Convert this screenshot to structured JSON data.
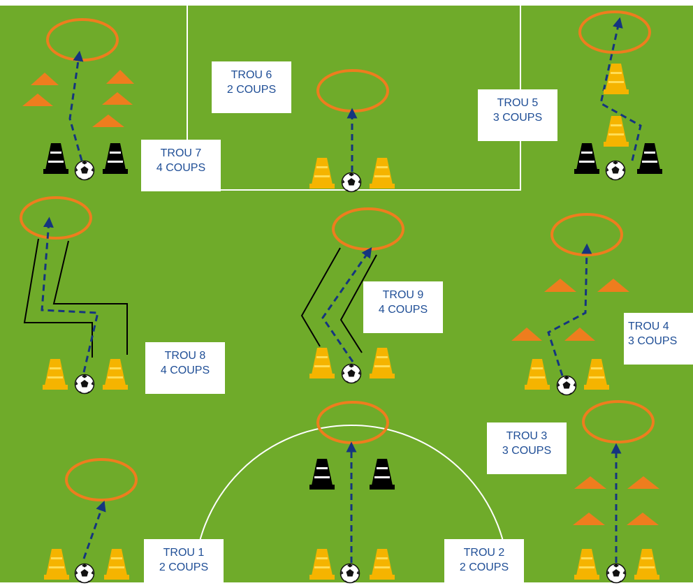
{
  "colors": {
    "grass": "#6fab2a",
    "ring": "#ee7d1e",
    "cone_yellow": "#f5b400",
    "cone_black": "#000000",
    "path": "#15357f",
    "text": "#1f4e96",
    "line": "#ffffff"
  },
  "holes": [
    {
      "id": "hole-1",
      "name": "TROU 1",
      "strokes": "2 COUPS"
    },
    {
      "id": "hole-2",
      "name": "TROU 2",
      "strokes": "2 COUPS"
    },
    {
      "id": "hole-3",
      "name": "TROU 3",
      "strokes": "3 COUPS"
    },
    {
      "id": "hole-4",
      "name": "TROU 4",
      "strokes": "3 COUPS"
    },
    {
      "id": "hole-5",
      "name": "TROU 5",
      "strokes": "3 COUPS"
    },
    {
      "id": "hole-6",
      "name": "TROU 6",
      "strokes": "2 COUPS"
    },
    {
      "id": "hole-7",
      "name": "TROU 7",
      "strokes": "4 COUPS"
    },
    {
      "id": "hole-8",
      "name": "TROU 8",
      "strokes": "4 COUPS"
    },
    {
      "id": "hole-9",
      "name": "TROU 9",
      "strokes": "4 COUPS"
    }
  ]
}
